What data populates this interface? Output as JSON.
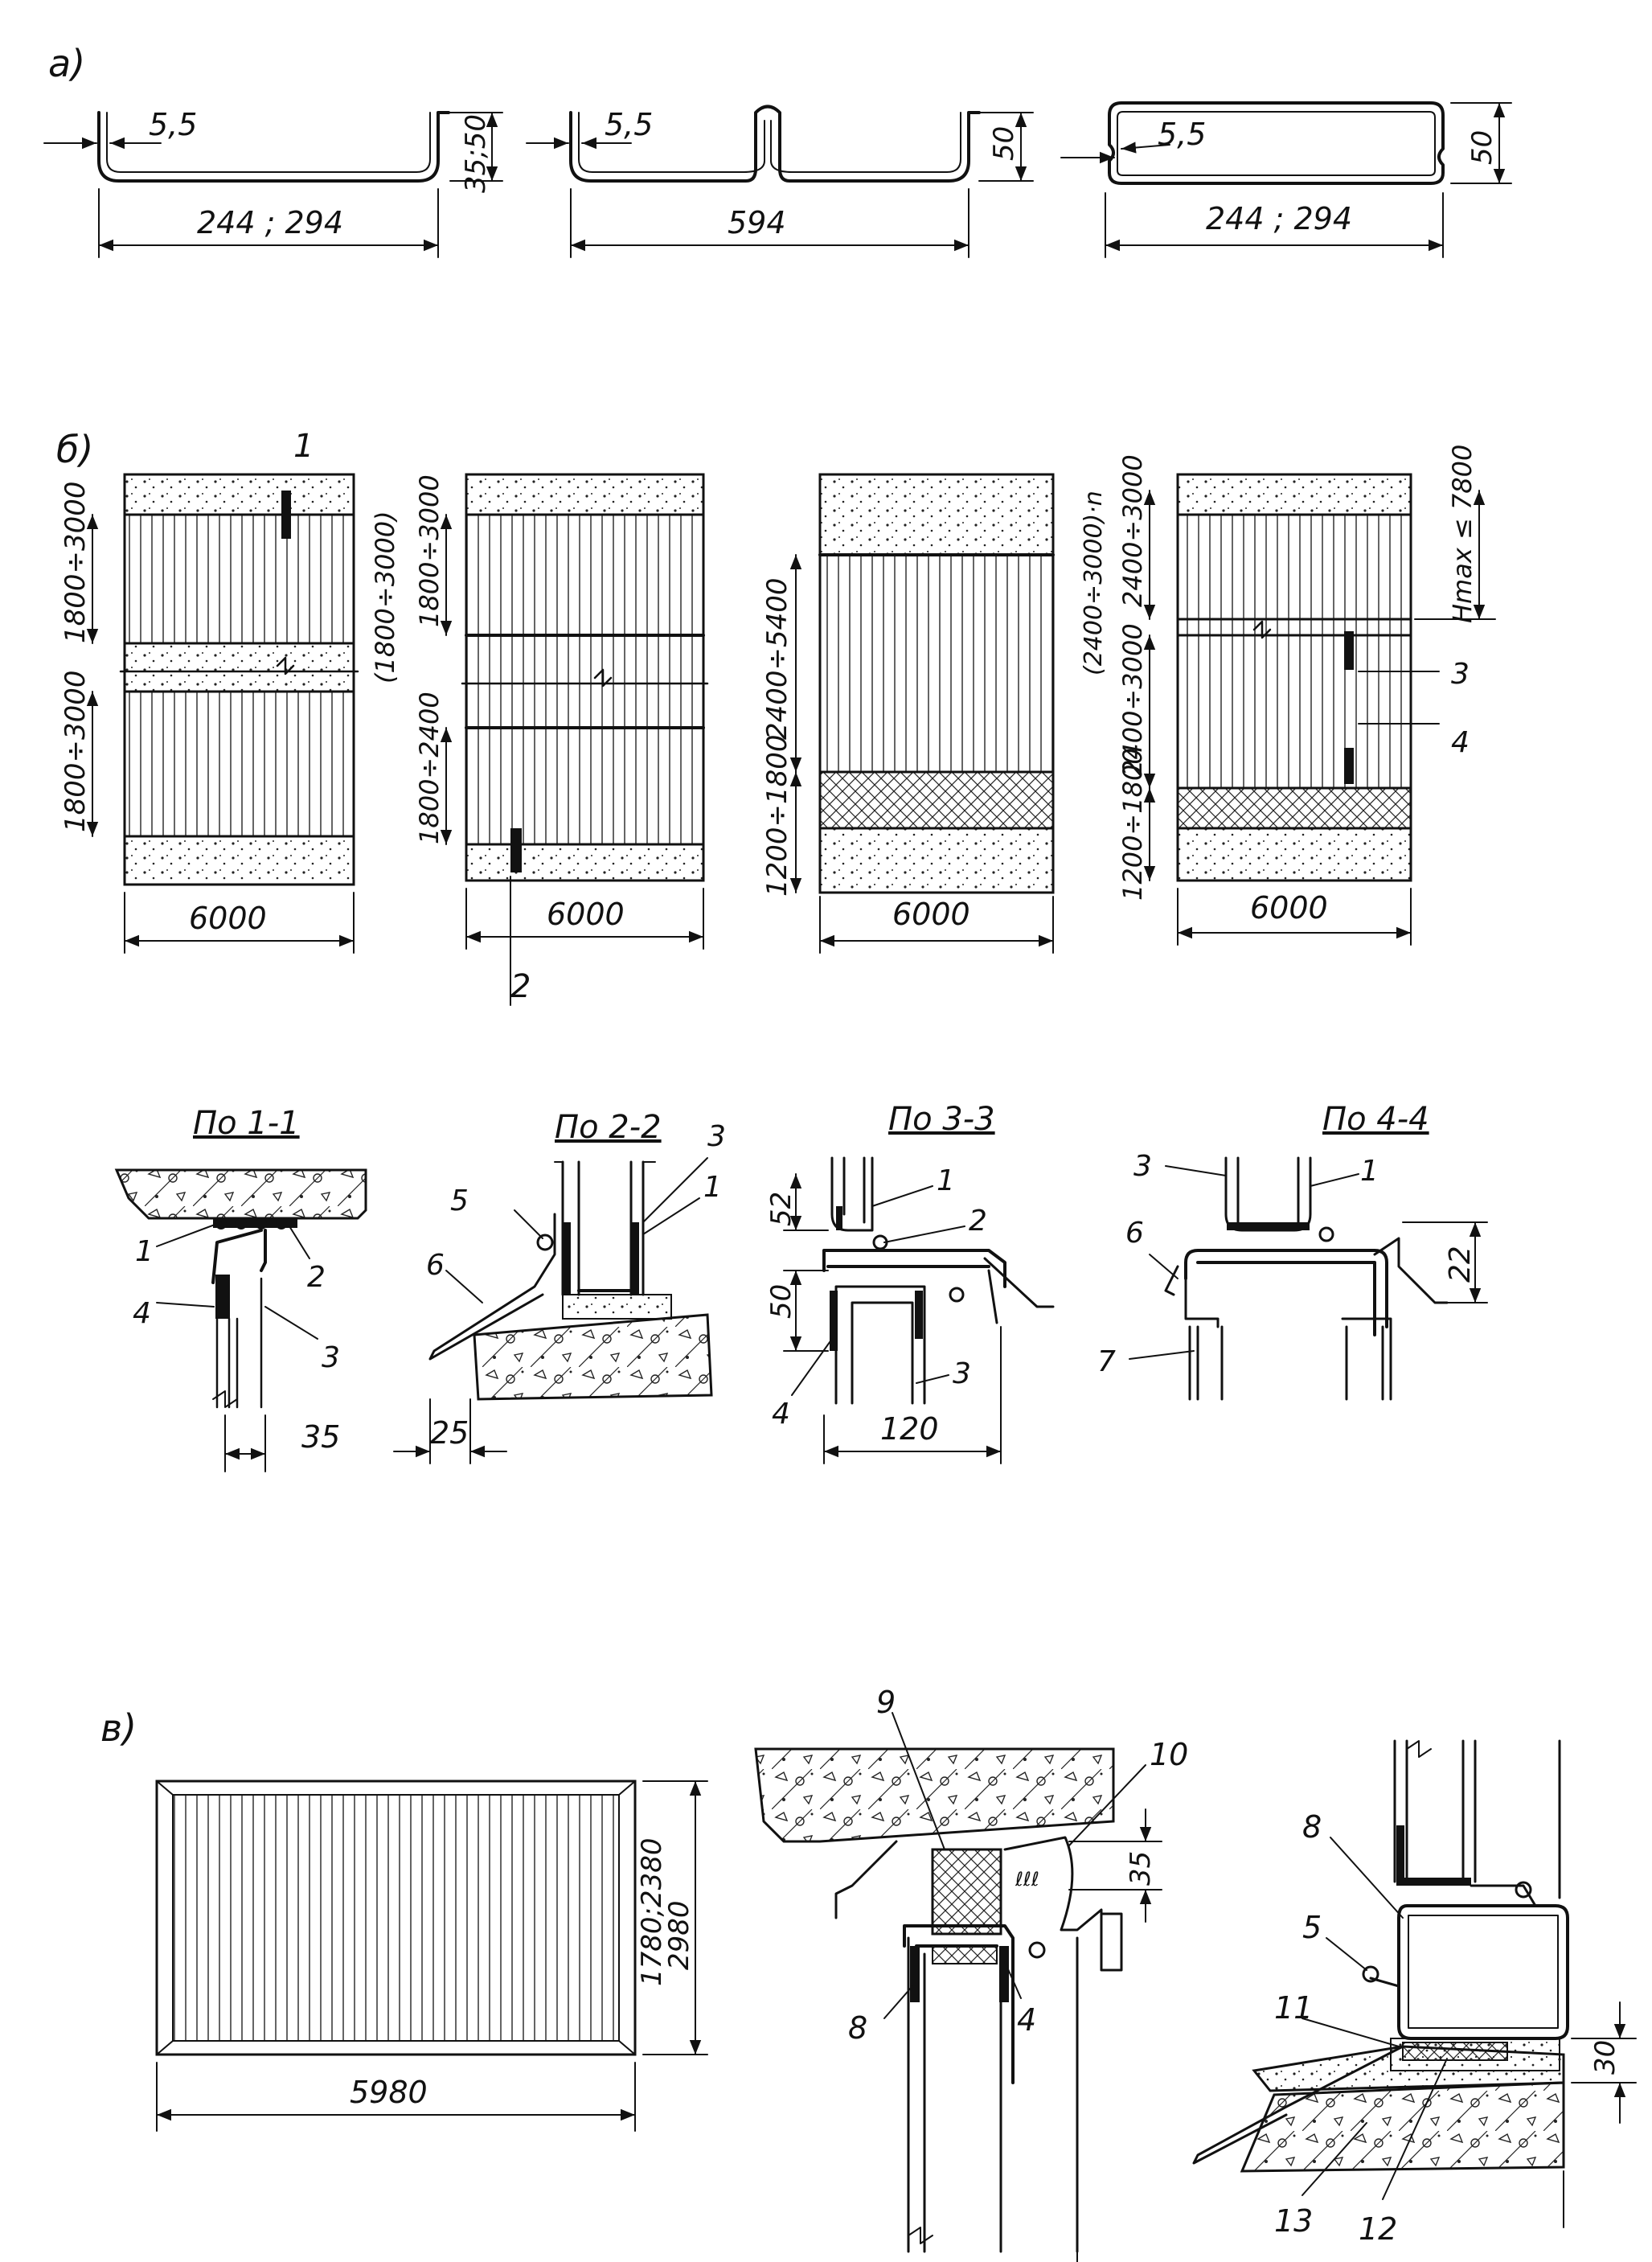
{
  "sections": {
    "a": "а)",
    "b": "б)",
    "v": "в)"
  },
  "profiles": [
    {
      "thickness": "5,5",
      "width": "244 ; 294",
      "height": "35;50"
    },
    {
      "thickness": "5,5",
      "width": "594",
      "height": "50"
    },
    {
      "thickness": "5,5",
      "width": "244 ; 294",
      "height": "50"
    }
  ],
  "panels": [
    {
      "top_dim": "1800÷3000",
      "bottom_dim": "1800÷3000",
      "width": "6000",
      "marker": "1"
    },
    {
      "top_dim": "1800÷3000",
      "mid_dim": "(1800÷3000)",
      "bottom_dim": "1800÷2400",
      "width": "6000",
      "marker": "2"
    },
    {
      "top_dim": "2400÷5400",
      "bottom_dim": "1200÷1800",
      "width": "6000"
    },
    {
      "top_dim": "2400÷3000",
      "mid_dim": "(2400÷3000)·n",
      "bottom_dim": "2400÷3000",
      "base_dim": "1200÷1800",
      "hmax": "Hmax ≤ 7800",
      "width": "6000",
      "markers": [
        "3",
        "4"
      ]
    }
  ],
  "sections_titles": [
    "По 1-1",
    "По 2-2",
    "По 3-3",
    "По 4-4"
  ],
  "section_dims": {
    "s1": "35",
    "s2": "25",
    "s3a": "52",
    "s3b": "50",
    "s3c": "120",
    "s4": "22"
  },
  "section_labels": {
    "s1": [
      "1",
      "2",
      "3",
      "4"
    ],
    "s2": [
      "3",
      "1",
      "5",
      "6"
    ],
    "s3": [
      "1",
      "2",
      "3",
      "4"
    ],
    "s4": [
      "3",
      "1",
      "6",
      "7"
    ]
  },
  "bottom": {
    "width": "5980",
    "height": "1780;2380",
    "height2": "2980",
    "detail1_labels": [
      "9",
      "10",
      "8",
      "4"
    ],
    "detail1_dim": "35",
    "detail2_labels": [
      "8",
      "5",
      "11",
      "13",
      "12"
    ],
    "detail2_dim": "30"
  }
}
